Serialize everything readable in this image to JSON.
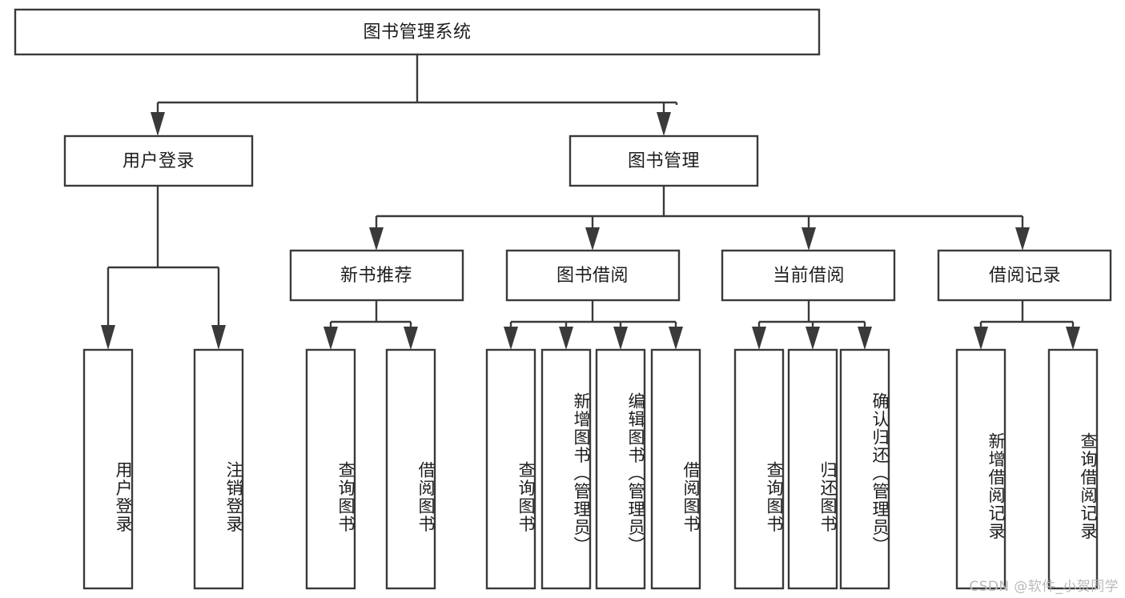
{
  "diagram": {
    "type": "tree-hierarchy",
    "title": "图书管理系统",
    "orientation": "top-down",
    "watermark": "CSDN @软件_小贺同学",
    "colors": {
      "stroke": "#3a3a3a",
      "box_fill": "#ffffff",
      "text": "#1d1d1d",
      "background": "#ffffff",
      "watermark": "#b9b9b9"
    },
    "levels": [
      {
        "level": 1,
        "nodes": [
          {
            "id": "root",
            "label": "图书管理系统",
            "orientation": "horizontal"
          }
        ]
      },
      {
        "level": 2,
        "nodes": [
          {
            "id": "login",
            "label": "用户登录",
            "orientation": "horizontal",
            "parent": "root"
          },
          {
            "id": "bookmgmt",
            "label": "图书管理",
            "orientation": "horizontal",
            "parent": "root"
          }
        ]
      },
      {
        "level": 3,
        "nodes": [
          {
            "id": "newbook",
            "label": "新书推荐",
            "orientation": "horizontal",
            "parent": "bookmgmt"
          },
          {
            "id": "borrow",
            "label": "图书借阅",
            "orientation": "horizontal",
            "parent": "bookmgmt"
          },
          {
            "id": "current",
            "label": "当前借阅",
            "orientation": "horizontal",
            "parent": "bookmgmt"
          },
          {
            "id": "records",
            "label": "借阅记录",
            "orientation": "horizontal",
            "parent": "bookmgmt"
          }
        ]
      },
      {
        "level": 4,
        "nodes": [
          {
            "id": "leaf-login-1",
            "label": "用户登录",
            "orientation": "vertical",
            "parent": "login"
          },
          {
            "id": "leaf-login-2",
            "label": "注销登录",
            "orientation": "vertical",
            "parent": "login"
          },
          {
            "id": "leaf-newbook-1",
            "label": "查询图书",
            "orientation": "vertical",
            "parent": "newbook"
          },
          {
            "id": "leaf-newbook-2",
            "label": "借阅图书",
            "orientation": "vertical",
            "parent": "newbook"
          },
          {
            "id": "leaf-borrow-1",
            "label": "查询图书",
            "orientation": "vertical",
            "parent": "borrow"
          },
          {
            "id": "leaf-borrow-2",
            "label": "新增图书（管理员）",
            "orientation": "vertical",
            "parent": "borrow"
          },
          {
            "id": "leaf-borrow-3",
            "label": "编辑图书（管理员）",
            "orientation": "vertical",
            "parent": "borrow"
          },
          {
            "id": "leaf-borrow-4",
            "label": "借阅图书",
            "orientation": "vertical",
            "parent": "borrow"
          },
          {
            "id": "leaf-current-1",
            "label": "查询图书",
            "orientation": "vertical",
            "parent": "current"
          },
          {
            "id": "leaf-current-2",
            "label": "归还图书",
            "orientation": "vertical",
            "parent": "current"
          },
          {
            "id": "leaf-current-3",
            "label": "确认归还（管理员）",
            "orientation": "vertical",
            "parent": "current"
          },
          {
            "id": "leaf-records-1",
            "label": "新增借阅记录",
            "orientation": "vertical",
            "parent": "records"
          },
          {
            "id": "leaf-records-2",
            "label": "查询借阅记录",
            "orientation": "vertical",
            "parent": "records"
          }
        ]
      }
    ]
  }
}
